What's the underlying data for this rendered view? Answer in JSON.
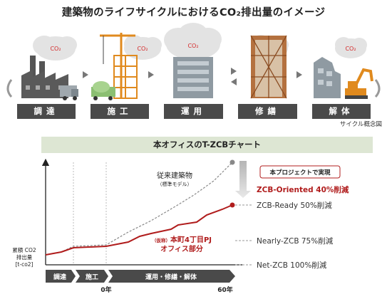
{
  "title": "建築物のライフサイクルにおけるCO₂排出量のイメージ",
  "co2_label": "CO₂",
  "stages": [
    "調達",
    "施工",
    "運用",
    "修繕",
    "解体"
  ],
  "cycle_caption": "サイクル概念図",
  "chart_header": "本オフィスのT-ZCBチャート",
  "chart": {
    "y_label": [
      "累積 CO2",
      "排出量",
      "[t-co2]"
    ],
    "x_ticks": [
      "0年",
      "60年"
    ],
    "phase_bar": [
      "調達",
      "施工",
      "運用・修繕・解体"
    ],
    "conventional_label": "従来建築物",
    "conventional_sublabel": "（標準モデル）",
    "project_label_prefix": "（仮称）",
    "project_label_line1": "本町4丁目PJ",
    "project_label_line2": "オフィス部分",
    "callout": "本プロジェクトで実現",
    "levels": [
      {
        "label": "ZCB-Oriented 40%削減",
        "color": "#b01c1c"
      },
      {
        "label": "ZCB-Ready 50%削減",
        "color": "#333333"
      },
      {
        "label": "Nearly-ZCB 75%削減",
        "color": "#333333"
      },
      {
        "label": "Net-ZCB 100%削減",
        "color": "#333333"
      }
    ]
  },
  "colors": {
    "project_line": "#b01c1c",
    "conventional_line": "#888888",
    "stage_bar": "#4a4a4a",
    "header_bg": "#dde6d3",
    "co2_text": "#d42a2a"
  }
}
